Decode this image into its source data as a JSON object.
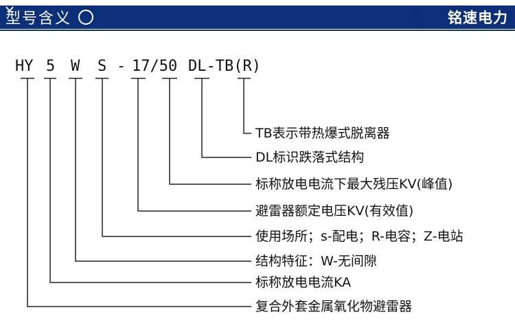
{
  "header": {
    "title": "型号含义",
    "title_icon": "chevron-down-circle-icon",
    "brand": "铭速电力",
    "bar_color": "#0b2f78"
  },
  "model_code": {
    "parts": [
      "HY",
      "5",
      "W",
      "S",
      "-",
      "17/50",
      "DL-TB(R)"
    ]
  },
  "descriptions": [
    "TB表示带热爆式脱离器",
    "DL标识跌落式结构",
    "标称放电电流下最大残压KV(峰值)",
    "避雷器额定电压KV(有效值)",
    "使用场所；s-配电；R-电容；Z-电站",
    "结构特征：W-无间隙",
    "标称放电电流KA",
    "复合外套金属氧化物避雷器"
  ]
}
